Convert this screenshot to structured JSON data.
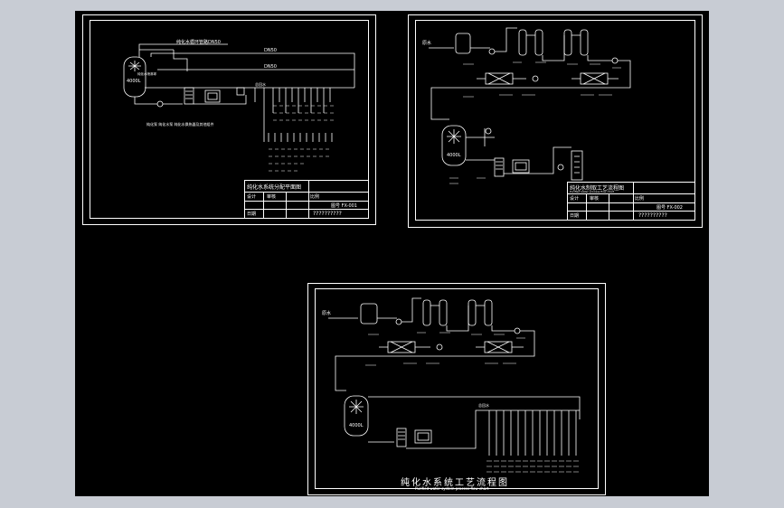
{
  "sheet1": {
    "labels": {
      "pipe_top": "纯化水循环管路DN50",
      "dn50_a": "DN50",
      "dn50_b": "DN50",
      "tank_volume": "4000L",
      "spray_ball": "纯化水喷淋球",
      "bottom_note": "纯化泵 纯化水泵 纯化水换热器及其他组件",
      "main_header": "总回水"
    },
    "title_block": {
      "title": "纯化水系统分配平面图",
      "row2_a": "设计",
      "row2_b": "审核",
      "row2_c": "比例",
      "row2_d": "图号 FX-001",
      "row3_a": "日期",
      "row3_b": "??????????"
    }
  },
  "sheet2": {
    "labels": {
      "tank_volume": "4000L",
      "inlet": "原水"
    },
    "title_block": {
      "title": "纯化水制取工艺流程图",
      "subtitle": "Purified water process flow chart",
      "row2_a": "设计",
      "row2_b": "审核",
      "row2_c": "比例",
      "row2_d": "图号 FX-002",
      "row3_a": "日期",
      "row3_b": "??????????"
    }
  },
  "sheet3": {
    "labels": {
      "tank_volume": "4000L",
      "inlet": "原水",
      "main_header": "总回水"
    },
    "title": "纯化水系统工艺流程图",
    "subtitle": "Purified water system process flow chart"
  }
}
